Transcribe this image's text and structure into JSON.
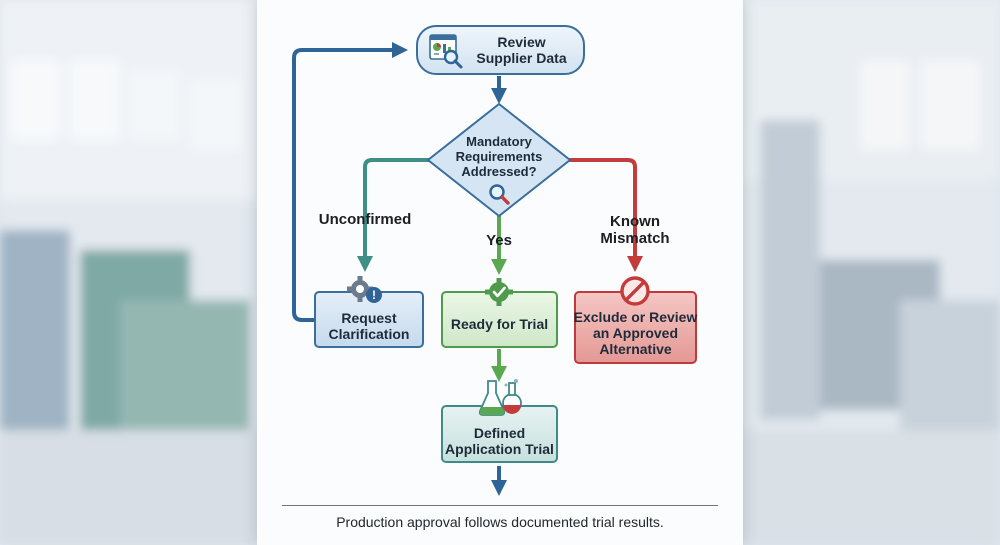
{
  "colors": {
    "blue": "#2f6496",
    "green": "#5aa852",
    "teal": "#3f8f86",
    "red": "#c33b3b"
  },
  "nodes": {
    "review": "Review\nSupplier Data",
    "decision": "Mandatory\nRequirements\nAddressed?",
    "clarify": "Request\nClarification",
    "ready": "Ready for Trial",
    "exclude": "Exclude or Review\nan Approved\nAlternative",
    "trial": "Defined\nApplication Trial"
  },
  "edges": {
    "left_label": "Unconfirmed",
    "middle_label": "Yes",
    "right_label": "Known\nMismatch"
  },
  "footer": "Production approval follows documented trial results.",
  "icons": [
    "report-chart-icon",
    "magnifier-icon",
    "gear-question-icon",
    "gear-check-icon",
    "prohibited-icon",
    "flasks-icon"
  ]
}
